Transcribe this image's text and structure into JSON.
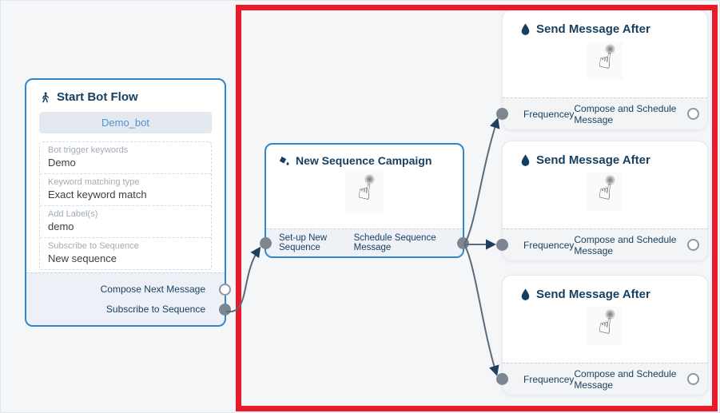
{
  "colors": {
    "accent_blue": "#2e86cd",
    "navy_text": "#163f5f",
    "highlight_red": "#e91b2b",
    "connector_gray": "#7d8792",
    "edge_gray": "#5b6b7b",
    "button_text_blue": "#4b93d6"
  },
  "start_node": {
    "icon": "walking-person-icon",
    "title": "Start Bot Flow",
    "bot_name_button": "Demo_bot",
    "fields": [
      {
        "label": "Bot trigger keywords",
        "value": "Demo"
      },
      {
        "label": "Keyword matching type",
        "value": "Exact keyword match"
      },
      {
        "label": "Add Label(s)",
        "value": "demo"
      },
      {
        "label": "Subscribe to Sequence",
        "value": "New sequence"
      }
    ],
    "outputs": [
      {
        "label": "Compose Next Message",
        "connected": false
      },
      {
        "label": "Subscribe to Sequence",
        "connected": true
      }
    ]
  },
  "campaign_node": {
    "icon": "paint-bucket-icon",
    "title": "New Sequence Campaign",
    "body_icon": "tap-hand-icon",
    "input_label": "Set-up New Sequence",
    "output_label": "Schedule Sequence Message"
  },
  "send_nodes": [
    {
      "icon": "water-drop-icon",
      "title": "Send Message After",
      "body_icon": "tap-hand-icon",
      "input_label": "Frequencey",
      "output_label": "Compose and Schedule Message"
    },
    {
      "icon": "water-drop-icon",
      "title": "Send Message After",
      "body_icon": "tap-hand-icon",
      "input_label": "Frequencey",
      "output_label": "Compose and Schedule Message"
    },
    {
      "icon": "water-drop-icon",
      "title": "Send Message After",
      "body_icon": "tap-hand-icon",
      "input_label": "Frequencey",
      "output_label": "Compose and Schedule Message"
    }
  ]
}
